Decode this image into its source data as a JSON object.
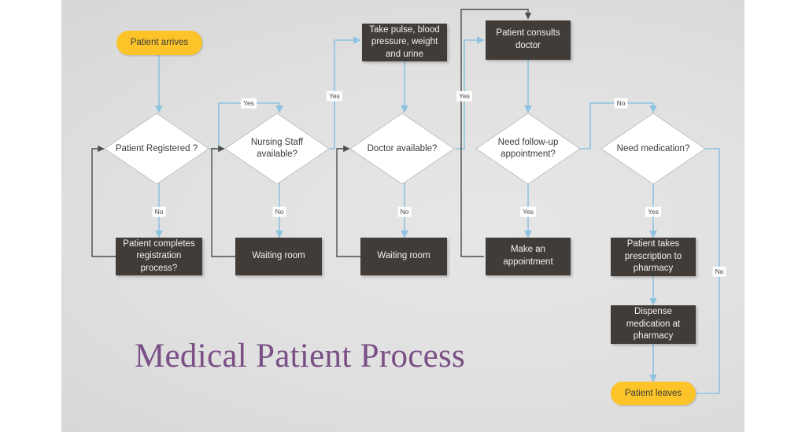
{
  "slide": {
    "title": "Medical Patient Process",
    "title_color": "#7a4f86",
    "background_color": "#e0e0e0",
    "accent_flow_color": "#8ec3df",
    "accent_loop_color": "#4d4d4d",
    "terminator_color": "#fcc428",
    "process_color": "#413c38",
    "decision_color": "#ffffff"
  },
  "nodes": {
    "start": {
      "label": "Patient arrives",
      "type": "terminator"
    },
    "patient_registered": {
      "label": "Patient Registered ?",
      "type": "decision"
    },
    "registration_process": {
      "label": "Patient completes registration process?",
      "type": "process"
    },
    "nursing_staff": {
      "label": "Nursing Staff available?",
      "type": "decision"
    },
    "waiting_room_1": {
      "label": "Waiting room",
      "type": "process"
    },
    "take_vitals": {
      "label": "Take pulse, blood pressure, weight and urine",
      "type": "process"
    },
    "doctor_available": {
      "label": "Doctor available?",
      "type": "decision"
    },
    "waiting_room_2": {
      "label": "Waiting room",
      "type": "process"
    },
    "consults_doctor": {
      "label": "Patient consults doctor",
      "type": "process"
    },
    "follow_up": {
      "label": "Need follow-up appointment?",
      "type": "decision"
    },
    "make_appointment": {
      "label": "Make an appointment",
      "type": "process"
    },
    "need_medication": {
      "label": "Need medication?",
      "type": "decision"
    },
    "prescription_to_pharmacy": {
      "label": "Patient takes prescription to pharmacy",
      "type": "process"
    },
    "dispense_medication": {
      "label": "Dispense medication at pharmacy",
      "type": "process"
    },
    "end": {
      "label": "Patient leaves",
      "type": "terminator"
    }
  },
  "edge_labels": {
    "registered_yes": "Yes",
    "registered_no": "No",
    "nursing_yes": "Yes",
    "nursing_no": "No",
    "doctor_yes": "Yes",
    "doctor_no": "No",
    "followup_yes": "Yes",
    "medication_no_top": "No",
    "medication_yes": "Yes",
    "medication_no_right": "No"
  }
}
